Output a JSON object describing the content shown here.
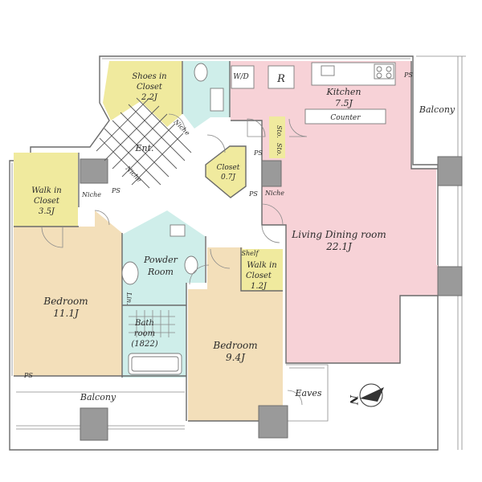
{
  "rooms": {
    "shoes_in_closet": {
      "name": "Shoes in Closet",
      "line1": "Shoes in",
      "line2": "Closet",
      "size": "2.2J",
      "fill": "#f0ea9e"
    },
    "kitchen": {
      "name": "Kitchen",
      "size": "7.5J"
    },
    "counter": "Counter",
    "balcony_right": "Balcony",
    "wd": "W/D",
    "fridge": "R",
    "sto_1": "Sto.",
    "sto_2": "Sto.",
    "ent": "Ent.",
    "niche_top": "Niche",
    "niche_entry": "Niche",
    "niche_left": "Niche",
    "niche_right": "Niche",
    "ps_left": "PS",
    "ps_center_1": "PS",
    "ps_center_2": "PS",
    "ps_kitchen": "PS",
    "ps_bed": "PS",
    "closet": {
      "name": "Closet",
      "size": "0.7J"
    },
    "walk_in_closet_left": {
      "line1": "Walk in",
      "line2": "Closet",
      "size": "3.5J"
    },
    "walk_in_closet_center": {
      "line1": "Walk in",
      "line2": "Closet",
      "size": "1.2J"
    },
    "shelf": "Shelf",
    "living_dining": {
      "name": "Living Dining room",
      "size": "22.1J"
    },
    "powder_room": {
      "line1": "Powder",
      "line2": "Room"
    },
    "lin": "Lin.",
    "bath_room": {
      "line1": "Bath",
      "line2": "room",
      "line3": "(1822)"
    },
    "bedroom_left": {
      "name": "Bedroom",
      "size": "11.1J"
    },
    "bedroom_center": {
      "name": "Bedroom",
      "size": "9.4J"
    },
    "balcony_bottom": "Balcony",
    "eaves": "Eaves",
    "north": "N"
  },
  "colors": {
    "closet_yellow": "#f0ea9e",
    "wet_area_blue": "#cfeeea",
    "living_pink": "#f7d2d7",
    "bedroom_tan": "#f3dfba",
    "column_gray": "#9a9a9a",
    "wall_gray": "#6a6a6a"
  }
}
